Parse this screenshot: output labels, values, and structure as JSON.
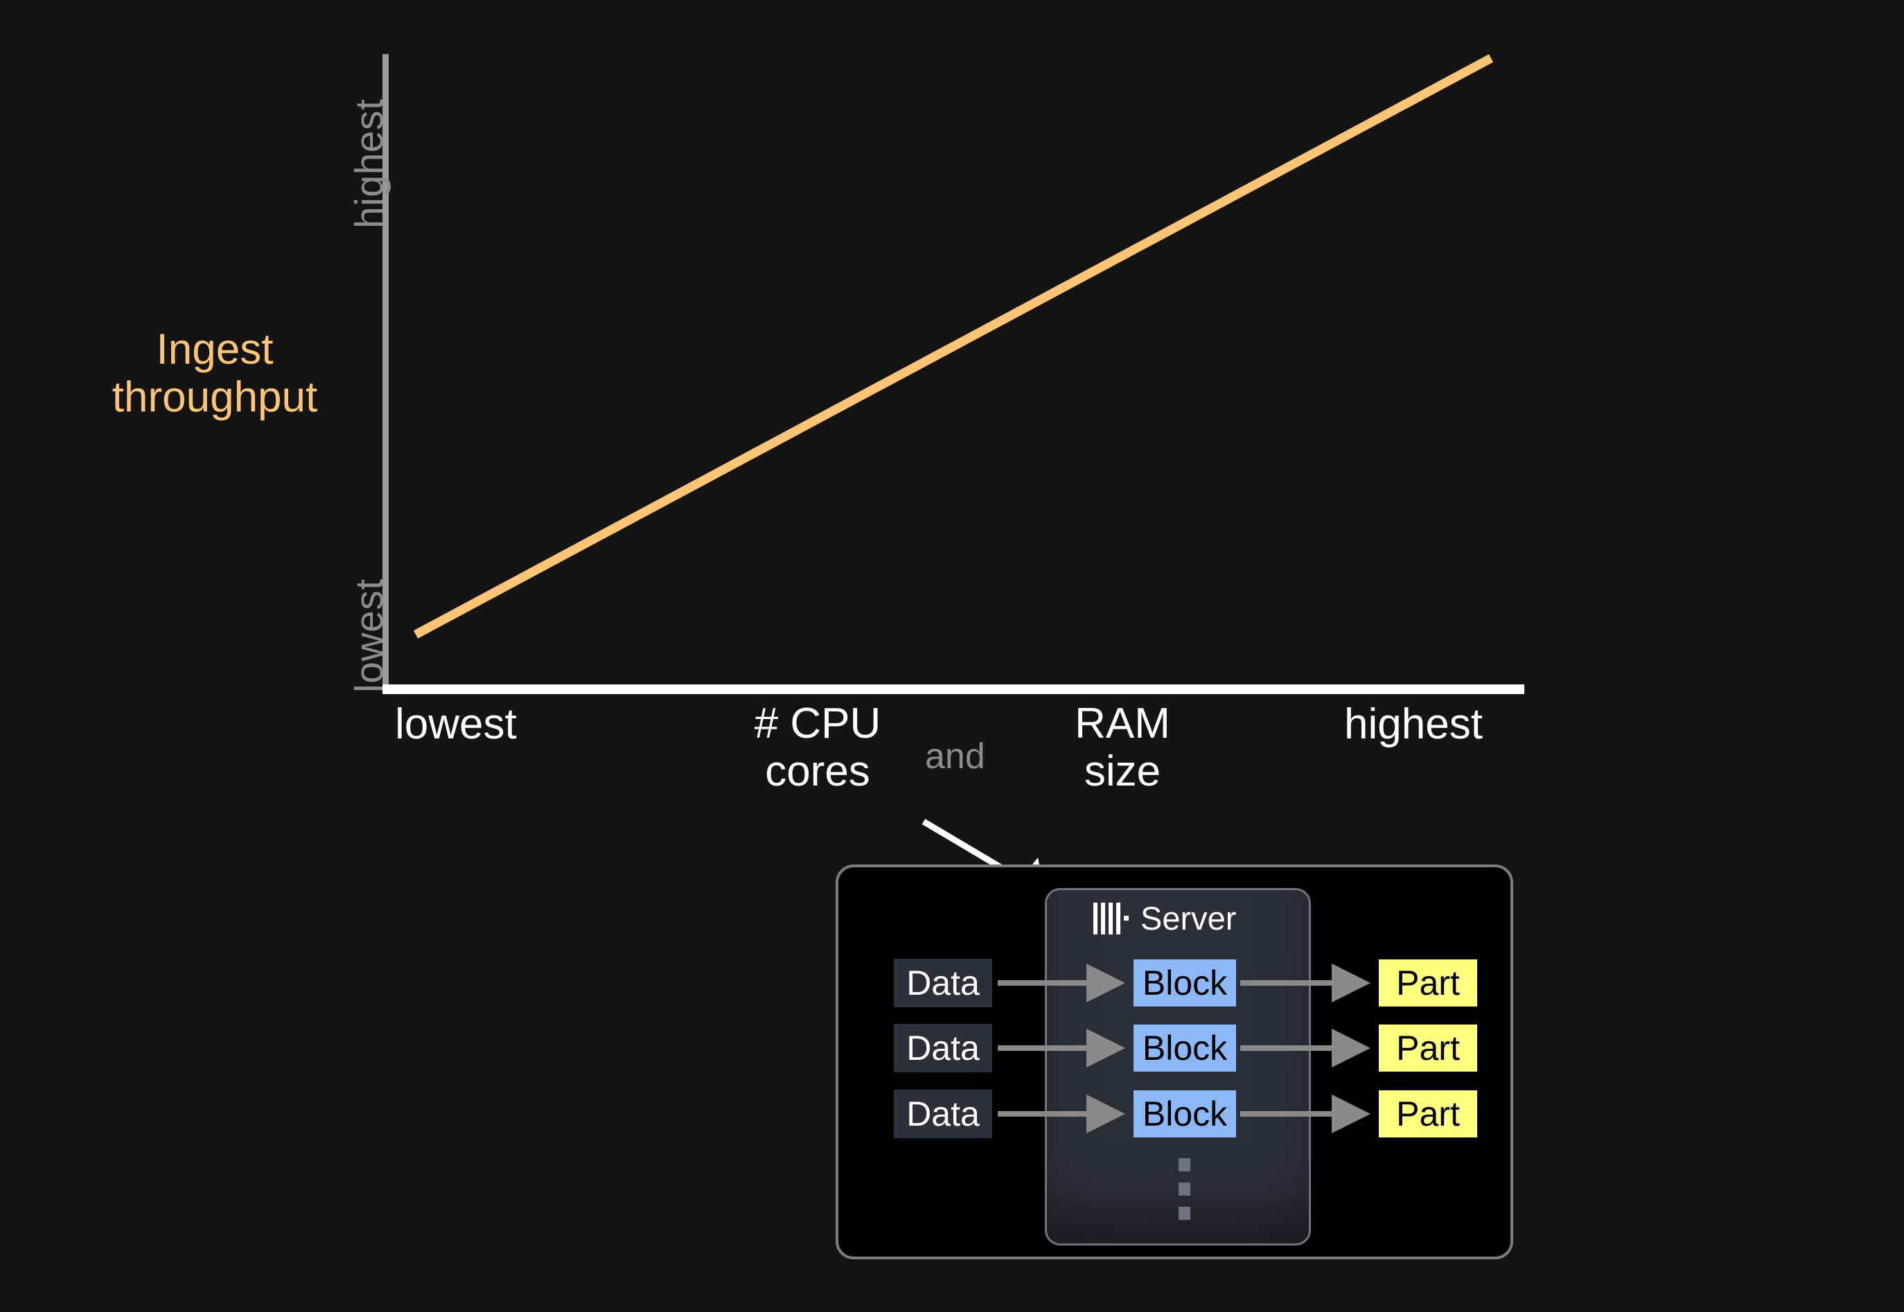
{
  "chart_data": {
    "type": "line",
    "title": "",
    "xlabel": "# CPU cores and RAM size",
    "ylabel": "Ingest throughput",
    "x_tick_labels": [
      "lowest",
      "highest"
    ],
    "y_tick_labels": [
      "lowest",
      "highest"
    ],
    "xlim_labels": [
      "lowest",
      "highest"
    ],
    "ylim_labels": [
      "lowest",
      "highest"
    ],
    "grid": false,
    "legend": "none",
    "series": [
      {
        "name": "Ingest throughput vs resources",
        "color": "#fcc575",
        "points": [
          {
            "x": 0.0,
            "y": 0.07
          },
          {
            "x": 1.0,
            "y": 1.0
          }
        ],
        "description": "straight monotonically increasing line from lowest-left to highest-right"
      }
    ],
    "annotations": [
      {
        "text": "and",
        "color": "#8c8c8c"
      }
    ]
  },
  "chart": {
    "y_axis_title_line1": "Ingest",
    "y_axis_title_line2": "throughput",
    "y_axis_title_color": "#fcc575",
    "y_tick_high": "highest",
    "y_tick_low": "lowest",
    "x_tick_low": "lowest",
    "x_tick_high": "highest",
    "x_group_cpu_line1": "# CPU",
    "x_group_cpu_line2": "cores",
    "x_group_ram_line1": "RAM",
    "x_group_ram_line2": "size",
    "x_group_conjunction": "and",
    "line_color": "#fcc575",
    "axis_x_color": "#ffffff",
    "axis_y_color": "#9a9a9a",
    "tick_color": "#8c8c8c"
  },
  "diagram": {
    "server_label": "Server",
    "server_icon": "server-bars-icon",
    "arrow_icon": "annotation-arrow-icon",
    "inputs": [
      {
        "label": "Data"
      },
      {
        "label": "Data"
      },
      {
        "label": "Data"
      }
    ],
    "blocks": [
      {
        "label": "Block"
      },
      {
        "label": "Block"
      },
      {
        "label": "Block"
      }
    ],
    "outputs": [
      {
        "label": "Part"
      },
      {
        "label": "Part"
      },
      {
        "label": "Part"
      }
    ],
    "ellipsis": "vertical-ellipsis-icon",
    "colors": {
      "data_bg": "#2b2f38",
      "data_fg": "#ffffff",
      "block_bg": "#8cb8f8",
      "block_fg": "#000000",
      "part_bg": "#ffff80",
      "part_fg": "#000000",
      "server_panel_bg": "#2b2f38",
      "outer_bg": "#000000",
      "border": "#7c7c7c",
      "arrow": "#8a8a8a"
    }
  },
  "page": {
    "background": "#141414"
  }
}
